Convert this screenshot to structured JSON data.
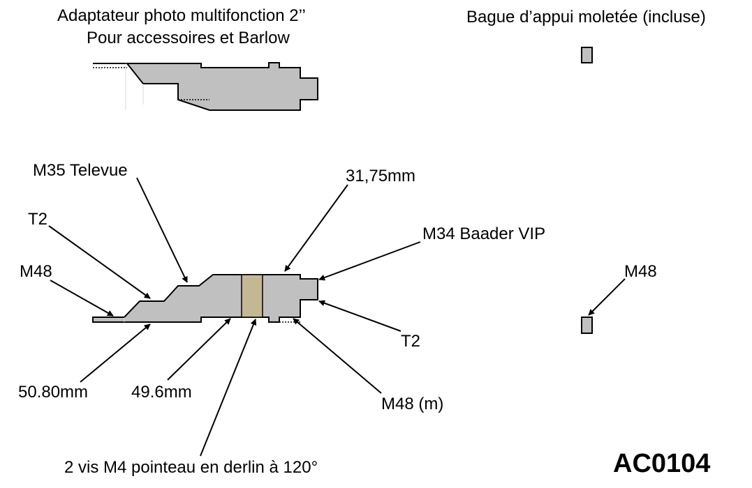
{
  "title": {
    "line1": "Adaptateur photo multifonction  2’’",
    "line2": "Pour accessoires et Barlow"
  },
  "ring_title": "Bague d’appui moletée (incluse)",
  "callouts": {
    "m35_televue": "M35 Televue",
    "t2_left": "T2",
    "m48_left": "M48",
    "d_31_75": "31,75mm",
    "m34_baader": "M34 Baader VIP",
    "m48_ring": "M48",
    "t2_right": "T2",
    "d_50_80": "50.80mm",
    "d_49_6": "49.6mm",
    "m48_m": "M48 (m)",
    "screws": "2 vis M4 pointeau en derlin à 120°"
  },
  "product_code": "AC0104",
  "colors": {
    "part_fill": "#c0c0c0",
    "screw_band": "#c4b894",
    "outline": "#000000"
  }
}
